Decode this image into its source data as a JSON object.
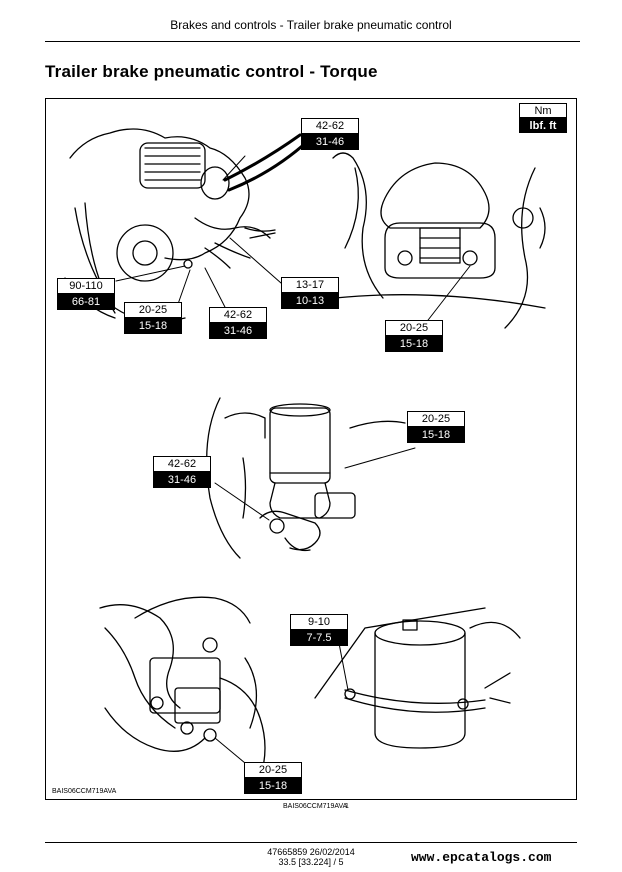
{
  "header": {
    "title": "Brakes and controls - Trailer brake pneumatic control"
  },
  "section": {
    "title": "Trailer brake pneumatic control - Torque"
  },
  "legend": {
    "nm": "Nm",
    "ft": "lbf. ft"
  },
  "torques": [
    {
      "nm": "42-62",
      "ft": "31-46"
    },
    {
      "nm": "90-110",
      "ft": "66-81"
    },
    {
      "nm": "20-25",
      "ft": "15-18"
    },
    {
      "nm": "42-62",
      "ft": "31-46"
    },
    {
      "nm": "13-17",
      "ft": "10-13"
    },
    {
      "nm": "20-25",
      "ft": "15-18"
    },
    {
      "nm": "20-25",
      "ft": "15-18"
    },
    {
      "nm": "42-62",
      "ft": "31-46"
    },
    {
      "nm": "9-10",
      "ft": "7-7.5"
    },
    {
      "nm": "20-25",
      "ft": "15-18"
    }
  ],
  "figure": {
    "id": "BAIS06CCM719AVA",
    "caption": "BAIS06CCM719AVA",
    "number": "1"
  },
  "footer": {
    "code": "47665859 26/02/2014",
    "page": "33.5 [33.224] / 5"
  },
  "watermark": "www.epcatalogs.com"
}
